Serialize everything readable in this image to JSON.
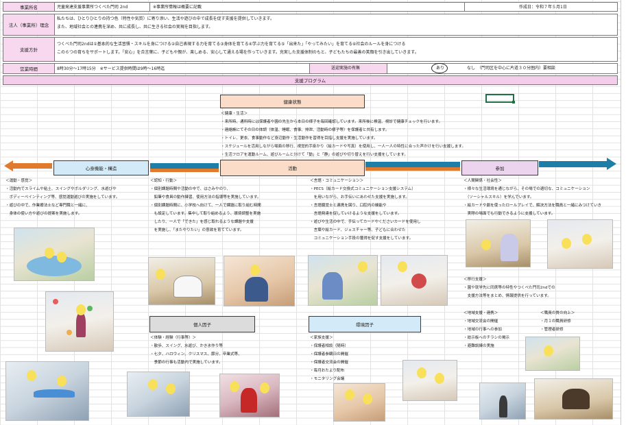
{
  "header": {
    "office_label": "事業所名",
    "office_name": "児童発達支援事業所つくべた門司 2nd",
    "summary_note": "※事業所情報は概要に記載",
    "created_date": "作成日：令和７年５月1日"
  },
  "philosophy": {
    "label": "法人（事業所）理念",
    "lines": [
      "私たちは、ひとりひとりの持つ色（特性や気質）に寄り添い、生活や遊びの中で成長を促す支援を提供していきます。",
      "また、地域社会との連携を深め、共に成長し、共に生きる社会の実現を目指します。"
    ]
  },
  "policy": {
    "label": "支援方針",
    "lines": [
      "つくべた門司2ndは①基本的な生活習慣・スキルを身につける②自己表現する力を育てる③身体を育てる④学ぶ力を育てる⑤「出来た」「やってみたい」を育てる⑥社会のルールを身につける",
      "この６つの育ちをサポートします。「安心」を合言葉に、子どもや親が、楽しめる、安心して通える場を作っていきます。充実した支援体制のもと、子どもたちの最善の笑顔を引き出していきます。"
    ]
  },
  "hours": {
    "label": "営業時間",
    "value": "8時30分～17時15分　※サービス提供時間は9時～16時迄",
    "transport_label": "送迎実施の有無",
    "transport_yes": "あり",
    "transport_no": "なし　（門司区を中心に片道３０分圏内）要相談"
  },
  "program_label": "支援プログラム",
  "health": {
    "title": "健康状態",
    "subtitle": "＜健康・生活＞",
    "lines": [
      "・来所時、通所時には保護者や園の先生から本日の様子を毎回確認しています。来所後に検温、視診で健康チェックを行います。",
      "・連絡帳にてその日の体調（体温、睡眠、食事、排泄、活動時の様子等）を保護者と共有します。",
      "・トイレ、更衣、食事動作など身辺動作・生活動作を習得を目指し支援を実施しています。",
      "・スケジュールを活用しながら場面の移行、視覚的手掛かり（絵カードや写真）を使用し、一人一人の特性に合った声かけを行い支援します。",
      "・生活フロアを運動ルーム、遊びルームと分けて「動」と「静」の遊びや切り替えを行い支援をしています。"
    ]
  },
  "motor": {
    "title": "心身機能・構造",
    "subtitle": "＜運動・感覚＞",
    "lines": [
      "・活動内でスライムや粘土、スイングやボルダリング、水遊びや",
      "　ボディーペインティング等、感覚運動遊びの実施をしています。",
      "・遊びの中で、作業療法士など専門職と一緒に、",
      "　身体の使い方や遊びの提案を実施します。"
    ],
    "cognition_subtitle": "＜認知・行動＞",
    "cognition_lines": [
      "・個別課題時間や活動の中で、はさみやのり、",
      "　鉛筆や食具の動作練習、使用方法の指導等を実施しています。",
      "・個別課題時間に、小学校へ向けて、一人で課題に取り組む時間",
      "　も設定しています。集中して取り組めるよう、環境調整を実施",
      "　したり、一人で「できた」を感じ取れるような課題や支援",
      "　を実施し、「またやりたい」の意欲を育てています。"
    ]
  },
  "activity": {
    "title": "活動",
    "subtitle": "＜言語・コミュニケーション＞",
    "lines": [
      "・PECS（絵カード交換式コミュニケーション支援システム）",
      "　を用いながら、お手伝いにあわせた支援を実施します。",
      "・言語聴覚士と連携を図り、口腔内の機能や",
      "　言語発達を促していけるような支援をしています。",
      "・遊びや生活の中で、手伝ってカードやくださいカードを使用し",
      "　言葉や絵カード、ジェスチャー等、子どもに合わせた",
      "　コミュニケーション手段の獲得を促す支援をしています。"
    ]
  },
  "participation": {
    "title": "参加",
    "subtitle": "＜人間関係・社会性＞",
    "lines": [
      "・様々な生活環境を通じながら、その場での適切な、コミュニケーション",
      "　（ソーシャルスキル）を学んでいます。",
      "・絵カードや劇を使ったロールプレイで、解決方法を職員と一緒にみつけていき",
      "　実際の場面でも行動できるように支援しています。"
    ],
    "transition_subtitle": "＜移行支援＞",
    "transition_lines": [
      "・園や就学先に同席等の特性やつくべた門司2ndでの",
      "　支援方法等をまとめ、情報提供を行っています。"
    ],
    "community_subtitle": "＜地域支援・連携＞",
    "community_lines": [
      "・地域交流会の開催",
      "・地域の行事への参加",
      "・総示板へのチラシの掲示",
      "・避難訓練の実施"
    ],
    "staff_subtitle": "＜職員の質の向上＞",
    "staff_lines": [
      "・月１の職員研修",
      "・管理者研修"
    ]
  },
  "personal": {
    "title": "個人因子",
    "subtitle": "＜体験・経験（行事等）＞",
    "lines": [
      "・散歩、スイング、水遊び、かき氷作り等",
      "・七夕、ハロウィン、クリスマス、節分、卒業式等、",
      "　季節の行事も活動内で実施しています。"
    ]
  },
  "environment": {
    "title": "環境因子",
    "subtitle": "＜家族支援＞",
    "lines": [
      "・保護者相談（随時）",
      "・保護者参観日の開催",
      "・保護者交流会の開催",
      "・毎月おたより配布",
      "・モニタリング会議"
    ]
  },
  "colors": {
    "pink_label": "#f8d8ee",
    "blue_box": "#d3ebf8",
    "peach_box": "#fbdcc8",
    "lavender_box": "#ecd4ee",
    "arrow_blue": "#1d7ea8",
    "arrow_orange": "#e07a2e"
  }
}
